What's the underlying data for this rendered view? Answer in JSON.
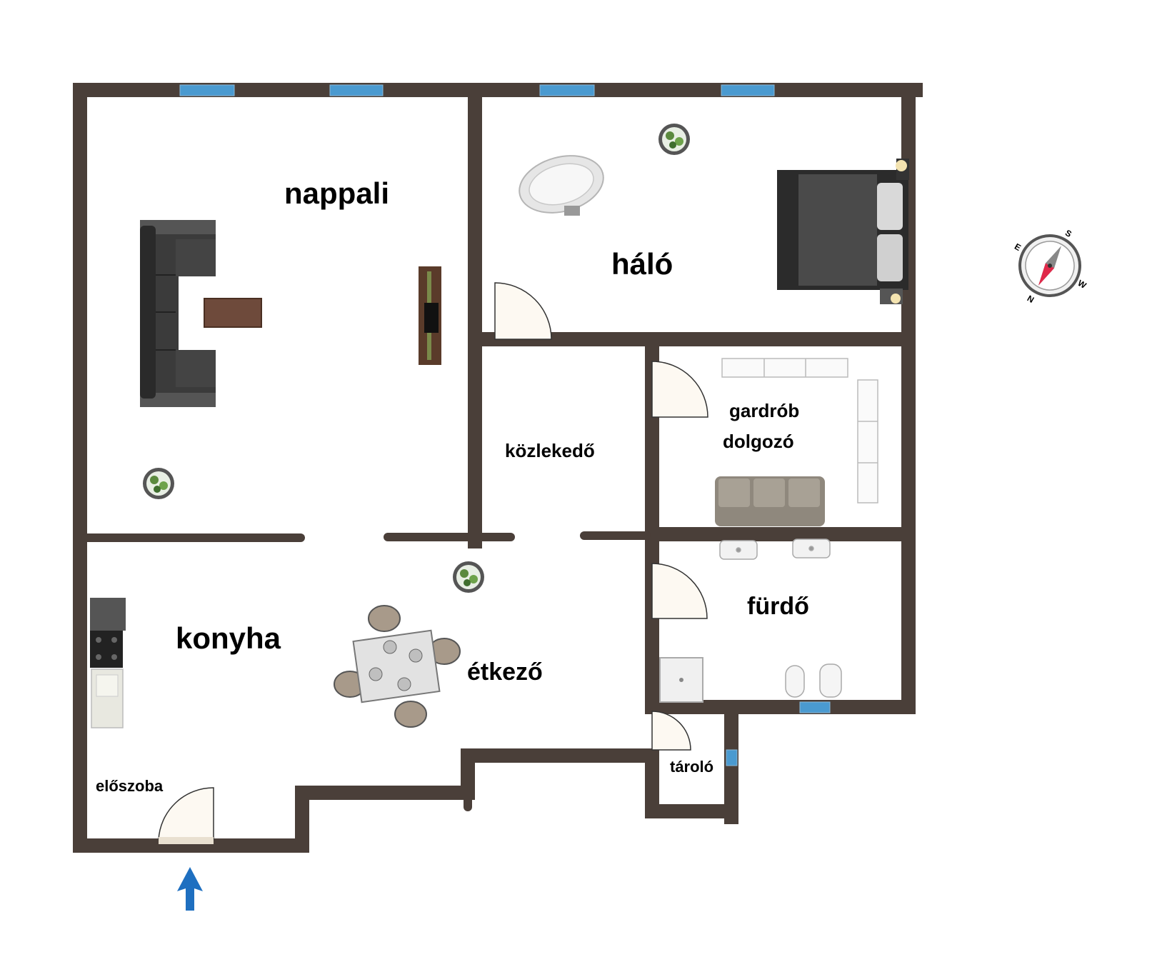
{
  "rooms": {
    "nappali": "nappali",
    "halo": "háló",
    "kozlekedo": "közlekedő",
    "gardrob": "gardrób",
    "dolgozo": "dolgozó",
    "konyha": "konyha",
    "etkezo": "étkező",
    "furdo": "fürdő",
    "taroló": "tároló",
    "eloszoba": "előszoba"
  },
  "icons": {
    "compass": "compass-icon",
    "entrance": "entrance-arrow-icon",
    "plant": "plant-icon"
  },
  "compass": {
    "labels": [
      "S",
      "W",
      "N",
      "E"
    ]
  },
  "colors": {
    "wall": "#4a3f39",
    "window": "#4a9ad0",
    "door": "#fdf9f2",
    "entrance_arrow": "#1e6fc0",
    "compass_needle": "#e0294a"
  }
}
